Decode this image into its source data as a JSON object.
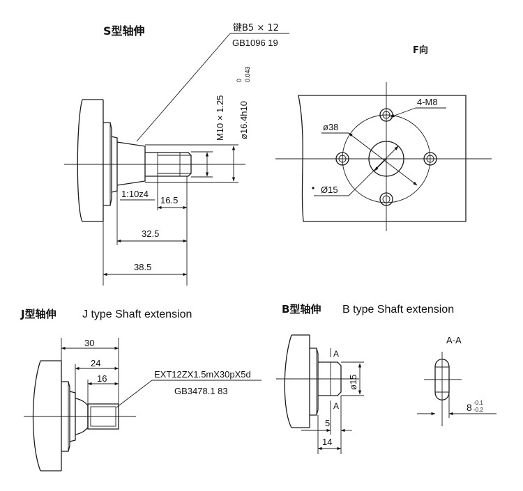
{
  "s_type": {
    "title": "S型轴伸",
    "key_label": "键B5 × 12",
    "key_standard": "GB1096 19",
    "thread": "M10 × 1.25",
    "diameter_base": "ø16.4h10",
    "diameter_tol_upper": "0",
    "diameter_tol_lower": "0.043",
    "taper": "1:10z4",
    "dims": [
      "16.5",
      "32.5",
      "38.5"
    ]
  },
  "f_view": {
    "title": "F向",
    "hole_label": "4-M8",
    "pcd_label": "ø38",
    "bore_label": "Ø15"
  },
  "j_type": {
    "title_cn": "J型轴伸",
    "title_en": "J type Shaft extension",
    "spline": "EXT12ZX1.5mX30pX5d",
    "standard": "GB3478.1 83",
    "dims": [
      "30",
      "24",
      "16"
    ]
  },
  "b_type": {
    "title_cn": "B型轴伸",
    "title_en": "B type Shaft extension",
    "section_mark": "A",
    "diameter": "ø15",
    "dims": [
      "5",
      "14"
    ]
  },
  "section_aa": {
    "title": "A-A",
    "flat_base": "8",
    "flat_tol_upper": "-0.1",
    "flat_tol_lower": "-0.2"
  }
}
